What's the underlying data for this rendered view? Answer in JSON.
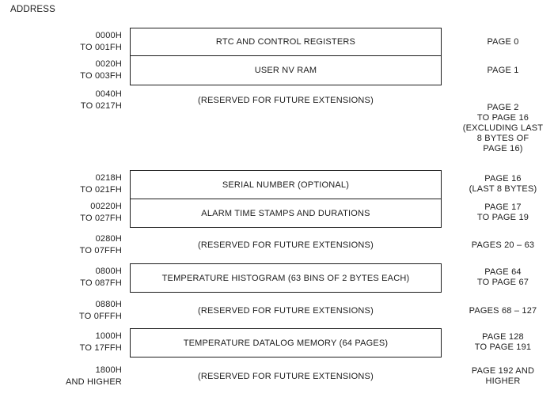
{
  "title": "ADDRESS",
  "colors": {
    "ink": "#1c1c1c",
    "background": "#ffffff"
  },
  "rows": [
    {
      "address": "0000H\nTO 001FH",
      "label": "RTC AND CONTROL REGISTERS",
      "boxed": true,
      "page": "PAGE 0"
    },
    {
      "address": "0020H\nTO 003FH",
      "label": "USER NV RAM",
      "boxed": true,
      "page": "PAGE 1"
    },
    {
      "address": "0040H\nTO 0217H",
      "label": "(RESERVED FOR FUTURE EXTENSIONS)",
      "boxed": false,
      "page": "PAGE 2\nTO PAGE 16\n(EXCLUDING LAST\n8 BYTES OF\nPAGE 16)"
    },
    {
      "address": "0218H\nTO 021FH",
      "label": "SERIAL NUMBER (OPTIONAL)",
      "boxed": true,
      "page": "PAGE 16\n(LAST 8 BYTES)"
    },
    {
      "address": "00220H\nTO 027FH",
      "label": "ALARM TIME STAMPS AND DURATIONS",
      "boxed": true,
      "page": "PAGE 17\nTO PAGE 19"
    },
    {
      "address": "0280H\nTO 07FFH",
      "label": "(RESERVED FOR FUTURE EXTENSIONS)",
      "boxed": false,
      "page": "PAGES 20 – 63"
    },
    {
      "address": "0800H\nTO 087FH",
      "label": "TEMPERATURE HISTOGRAM (63 BINS OF 2 BYTES EACH)",
      "boxed": true,
      "page": "PAGE 64\nTO PAGE 67"
    },
    {
      "address": "0880H\nTO 0FFFH",
      "label": "(RESERVED FOR FUTURE EXTENSIONS)",
      "boxed": false,
      "page": "PAGES 68 – 127"
    },
    {
      "address": "1000H\nTO 17FFH",
      "label": "TEMPERATURE DATALOG MEMORY (64 PAGES)",
      "boxed": true,
      "page": "PAGE 128\nTO PAGE 191"
    },
    {
      "address": "1800H\nAND HIGHER",
      "label": "(RESERVED FOR FUTURE EXTENSIONS)",
      "boxed": false,
      "page": "PAGE 192 AND\nHIGHER"
    }
  ]
}
